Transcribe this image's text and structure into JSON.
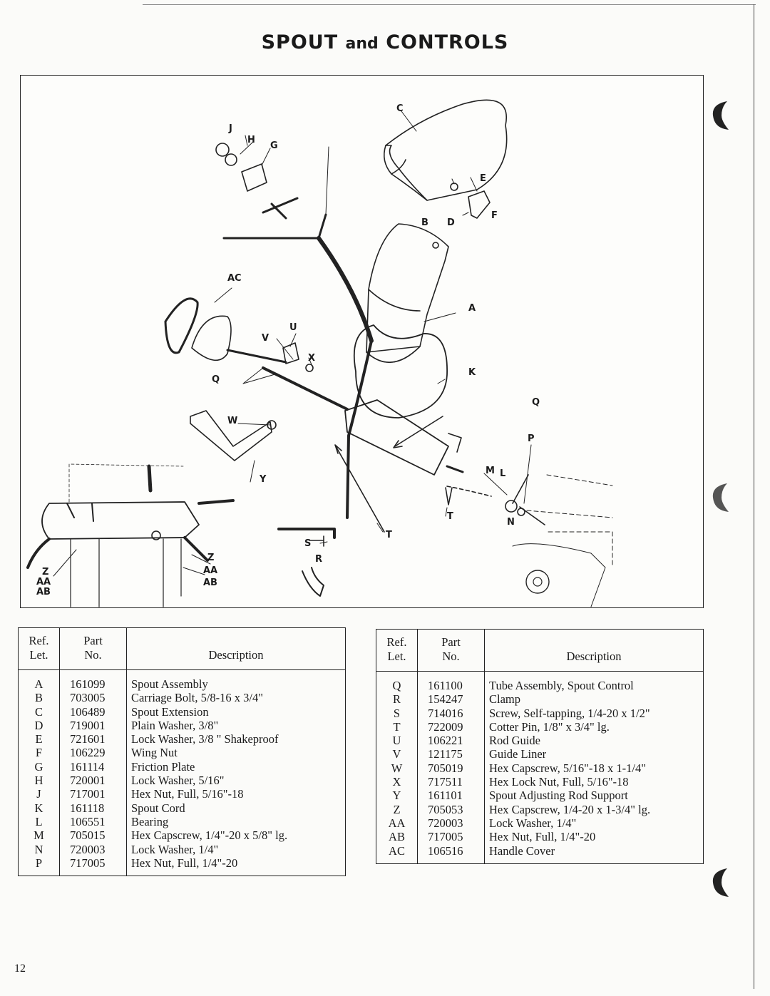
{
  "page": {
    "title_main_1": "SPOUT",
    "title_joiner": "and",
    "title_main_2": "CONTROLS",
    "page_number": "12"
  },
  "diagram": {
    "callouts": [
      "C",
      "J",
      "H",
      "G",
      "E",
      "B",
      "D",
      "F",
      "AC",
      "A",
      "U",
      "V",
      "X",
      "K",
      "Q",
      "Q",
      "W",
      "P",
      "M",
      "L",
      "Y",
      "T",
      "N",
      "T",
      "S",
      "R",
      "Z",
      "AA",
      "AB",
      "Z",
      "AA",
      "AB"
    ]
  },
  "table_left": {
    "headers": {
      "ref_line1": "Ref.",
      "ref_line2": "Let.",
      "part_line1": "Part",
      "part_line2": "No.",
      "description": "Description"
    },
    "rows": [
      {
        "ref": "A",
        "part": "161099",
        "desc": "Spout Assembly"
      },
      {
        "ref": "B",
        "part": "703005",
        "desc": "Carriage Bolt, 5/8-16 x 3/4\""
      },
      {
        "ref": "C",
        "part": "106489",
        "desc": "Spout Extension"
      },
      {
        "ref": "D",
        "part": "719001",
        "desc": "Plain Washer, 3/8\""
      },
      {
        "ref": "E",
        "part": "721601",
        "desc": "Lock Washer, 3/8 \" Shakeproof"
      },
      {
        "ref": "F",
        "part": "106229",
        "desc": "Wing Nut"
      },
      {
        "ref": "G",
        "part": "161114",
        "desc": "Friction Plate"
      },
      {
        "ref": "H",
        "part": "720001",
        "desc": "Lock Washer, 5/16\""
      },
      {
        "ref": "J",
        "part": "717001",
        "desc": "Hex Nut, Full, 5/16\"-18"
      },
      {
        "ref": "K",
        "part": "161118",
        "desc": "Spout Cord"
      },
      {
        "ref": "L",
        "part": "106551",
        "desc": "Bearing"
      },
      {
        "ref": "M",
        "part": "705015",
        "desc": "Hex Capscrew, 1/4\"-20 x 5/8\" lg."
      },
      {
        "ref": "N",
        "part": "720003",
        "desc": "Lock Washer, 1/4\""
      },
      {
        "ref": "P",
        "part": "717005",
        "desc": "Hex Nut, Full, 1/4\"-20"
      }
    ]
  },
  "table_right": {
    "headers": {
      "ref_line1": "Ref.",
      "ref_line2": "Let.",
      "part_line1": "Part",
      "part_line2": "No.",
      "description": "Description"
    },
    "rows": [
      {
        "ref": "Q",
        "part": "161100",
        "desc": "Tube Assembly, Spout Control"
      },
      {
        "ref": "R",
        "part": "154247",
        "desc": "Clamp"
      },
      {
        "ref": "S",
        "part": "714016",
        "desc": "Screw, Self-tapping, 1/4-20 x 1/2\""
      },
      {
        "ref": "T",
        "part": "722009",
        "desc": "Cotter Pin, 1/8\" x 3/4\" lg."
      },
      {
        "ref": "U",
        "part": "106221",
        "desc": "Rod Guide"
      },
      {
        "ref": "V",
        "part": "121175",
        "desc": "Guide Liner"
      },
      {
        "ref": "W",
        "part": "705019",
        "desc": "Hex Capscrew, 5/16\"-18 x 1-1/4\""
      },
      {
        "ref": "X",
        "part": "717511",
        "desc": "Hex Lock Nut, Full, 5/16\"-18"
      },
      {
        "ref": "Y",
        "part": "161101",
        "desc": "Spout Adjusting Rod Support"
      },
      {
        "ref": "Z",
        "part": "705053",
        "desc": "Hex Capscrew, 1/4-20 x 1-3/4\" lg."
      },
      {
        "ref": "AA",
        "part": "720003",
        "desc": "Lock Washer, 1/4\""
      },
      {
        "ref": "AB",
        "part": "717005",
        "desc": "Hex Nut, Full, 1/4\"-20"
      },
      {
        "ref": "AC",
        "part": "106516",
        "desc": "Handle Cover"
      }
    ]
  }
}
